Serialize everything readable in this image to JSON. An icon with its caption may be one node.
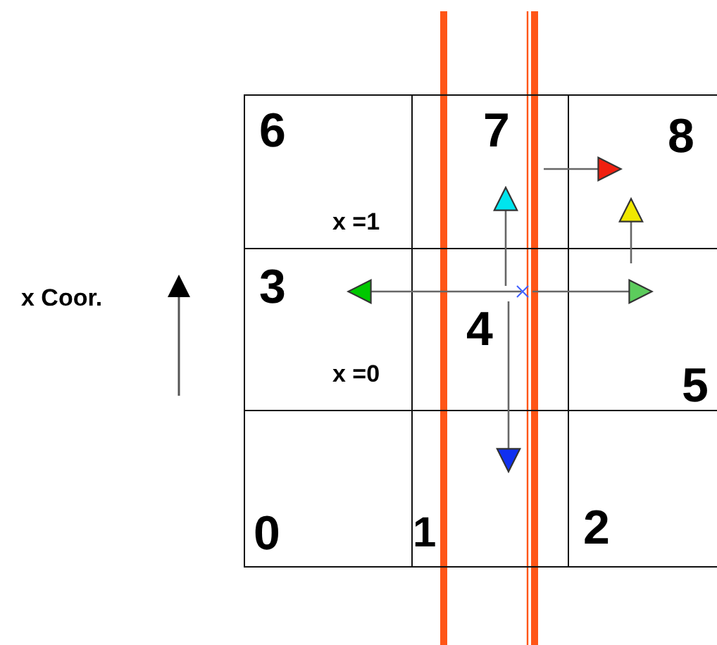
{
  "diagram": {
    "nodes": [
      {
        "text": [
          "6"
        ]
      },
      {
        "text": [
          "7"
        ]
      },
      {
        "text": [
          "8"
        ]
      },
      {
        "text": [
          "3"
        ]
      },
      {
        "text": [
          "4"
        ]
      },
      {
        "text": [
          "5"
        ]
      },
      {
        "text": [
          "0"
        ]
      },
      {
        "text": [
          "1"
        ]
      },
      {
        "text": [
          "2"
        ]
      }
    ],
    "edges": [
      {
        "from": 4,
        "to": 1,
        "arrow": "to"
      },
      {
        "from": 4,
        "to": 3,
        "arrow": "to"
      },
      {
        "from": 4,
        "to": 5,
        "arrow": "to"
      },
      {
        "from": 4,
        "to": 7,
        "arrow": "to"
      },
      {
        "from": 1,
        "to": 2,
        "arrow": "to"
      },
      {
        "from": 5,
        "to": 2,
        "arrow": "to"
      }
    ],
    "labels": [
      "x =1",
      "x =0",
      "x Coor."
    ]
  }
}
